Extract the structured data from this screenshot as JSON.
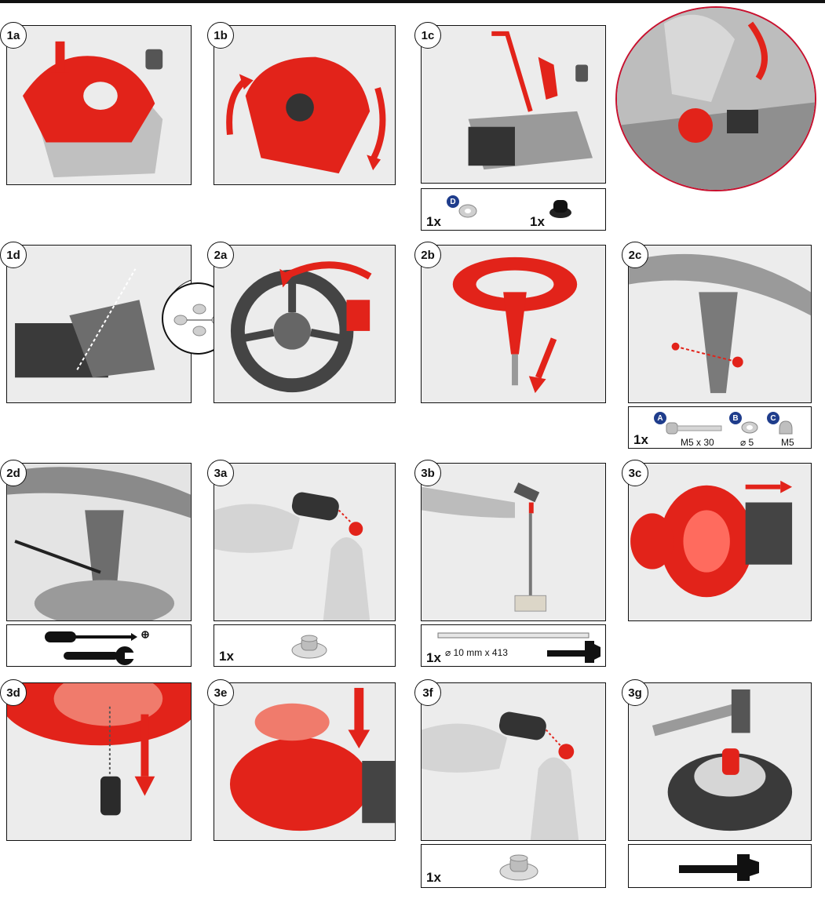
{
  "steps": {
    "s1a": "1a",
    "s1b": "1b",
    "s1c": "1c",
    "s1d": "1d",
    "s2a": "2a",
    "s2b": "2b",
    "s2c": "2c",
    "s2d": "2d",
    "s3a": "3a",
    "s3b": "3b",
    "s3c": "3c",
    "s3d": "3d",
    "s3e": "3e",
    "s3f": "3f",
    "s3g": "3g"
  },
  "parts_1c": {
    "qty_washer": "1x",
    "qty_cap": "1x",
    "letter_washer": "D"
  },
  "parts_2c": {
    "qty": "1x",
    "letter_bolt": "A",
    "label_bolt": "M5 x 30",
    "letter_washer": "B",
    "label_washer": "⌀ 5",
    "letter_nut": "C",
    "label_nut": "M5"
  },
  "parts_3a": {
    "qty": "1x"
  },
  "parts_3b": {
    "qty": "1x",
    "label_rod": "⌀ 10 mm x 413"
  },
  "parts_3f": {
    "qty": "1x"
  },
  "colors": {
    "accent": "#e2231a",
    "part_blue": "#1f3d8c",
    "frame": "#111111",
    "photo_bg": "#e9e9e9"
  },
  "icons": [
    "screwdriver-icon",
    "wrench-icon",
    "hammer-icon",
    "arrow-icon"
  ]
}
